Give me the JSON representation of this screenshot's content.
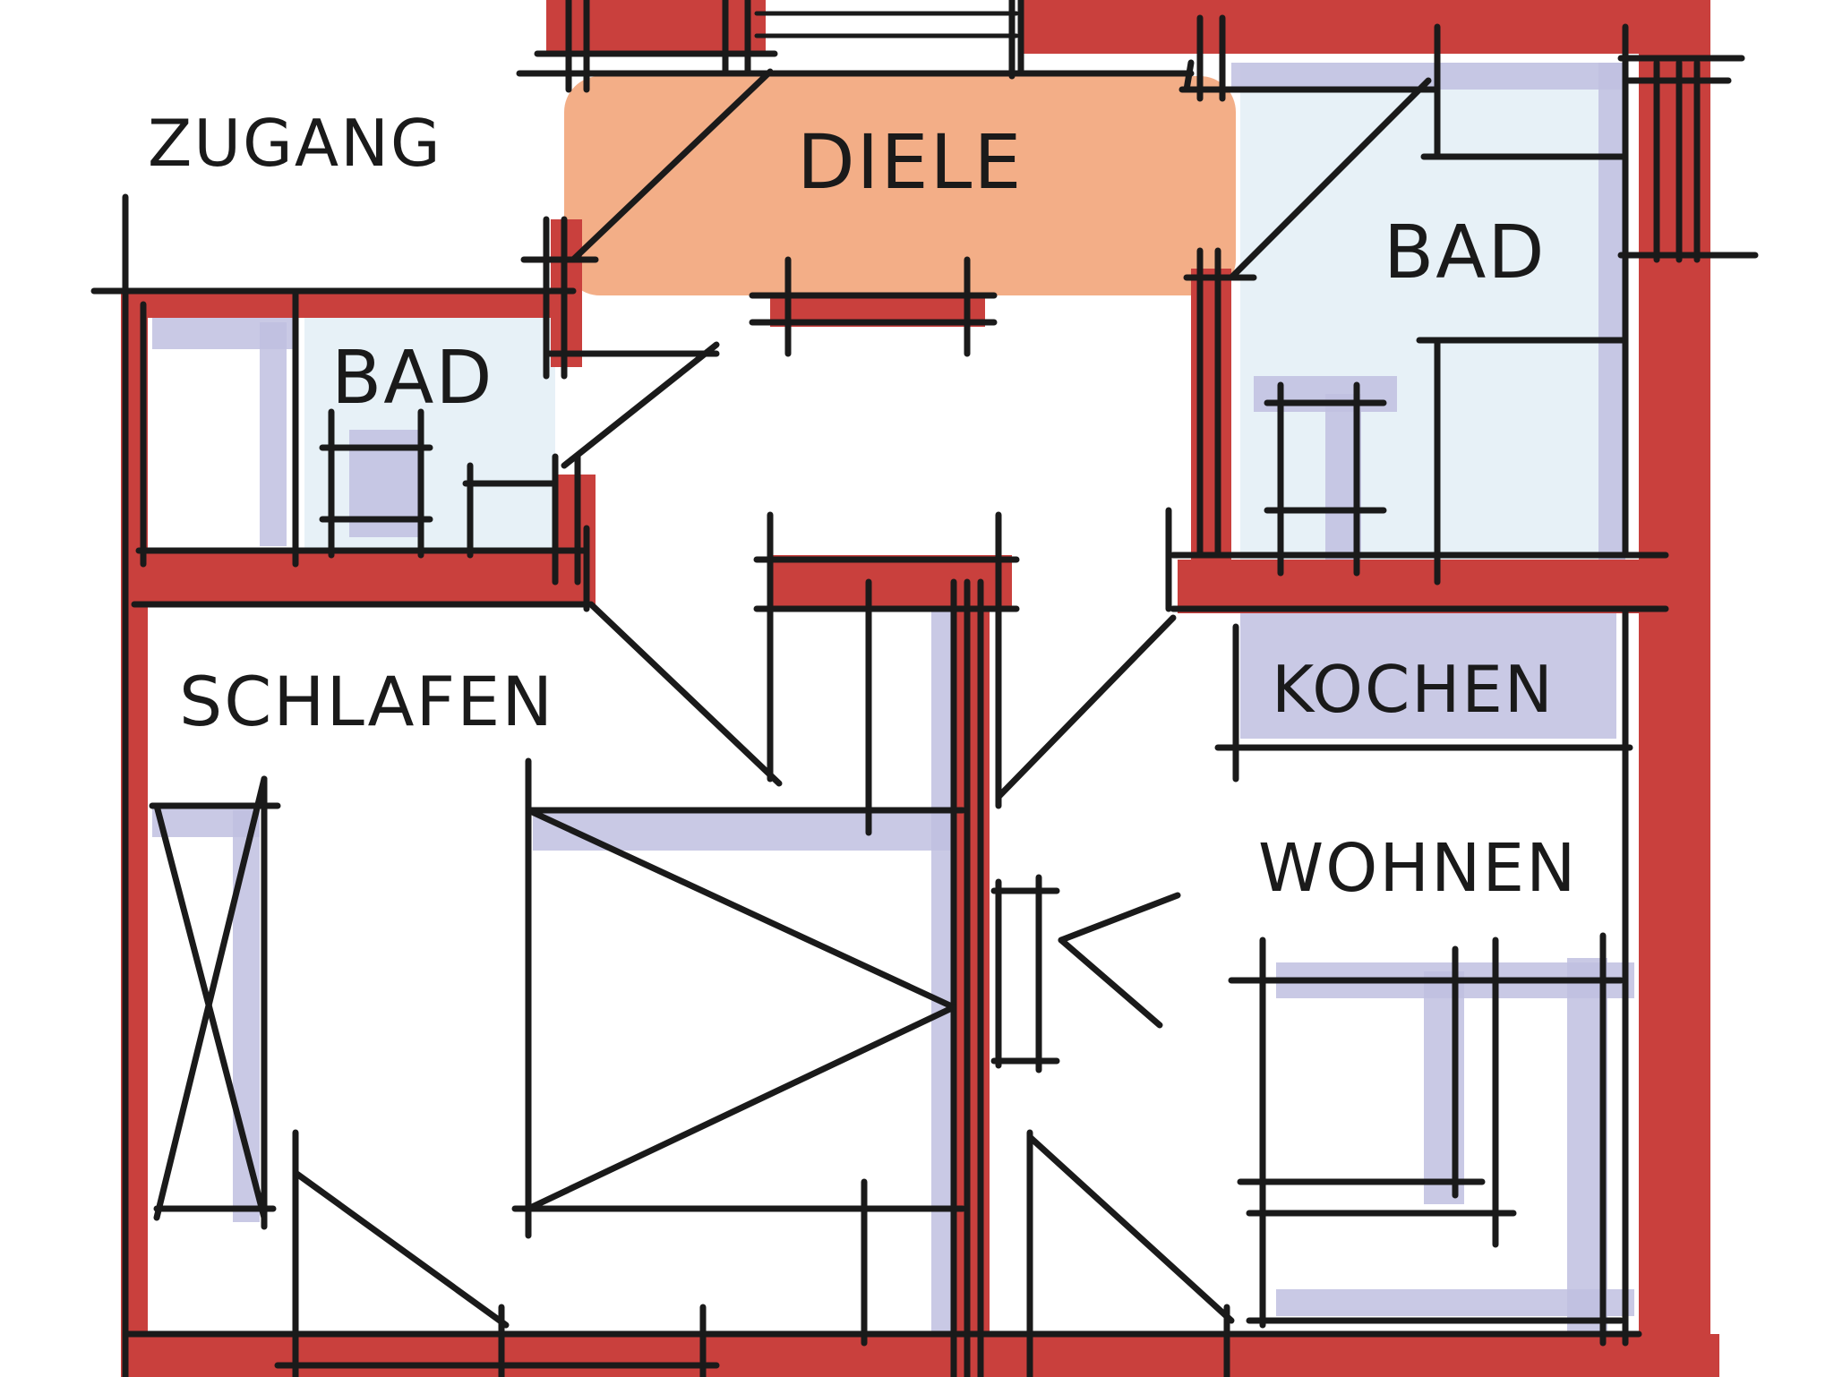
{
  "colors": {
    "wall": "#c9403d",
    "diele_fill": "#f2a57a",
    "shadow": "#bfc0e0",
    "bath_tile": "#e7f1f7",
    "ink": "#1a1a1a"
  },
  "rooms": {
    "zugang": "ZUGANG",
    "diele": "DIELE",
    "bad_left": "BAD",
    "bad_right": "BAD",
    "schlafen": "SCHLAFEN",
    "kochen": "KOCHEN",
    "wohnen": "WOHNEN"
  }
}
